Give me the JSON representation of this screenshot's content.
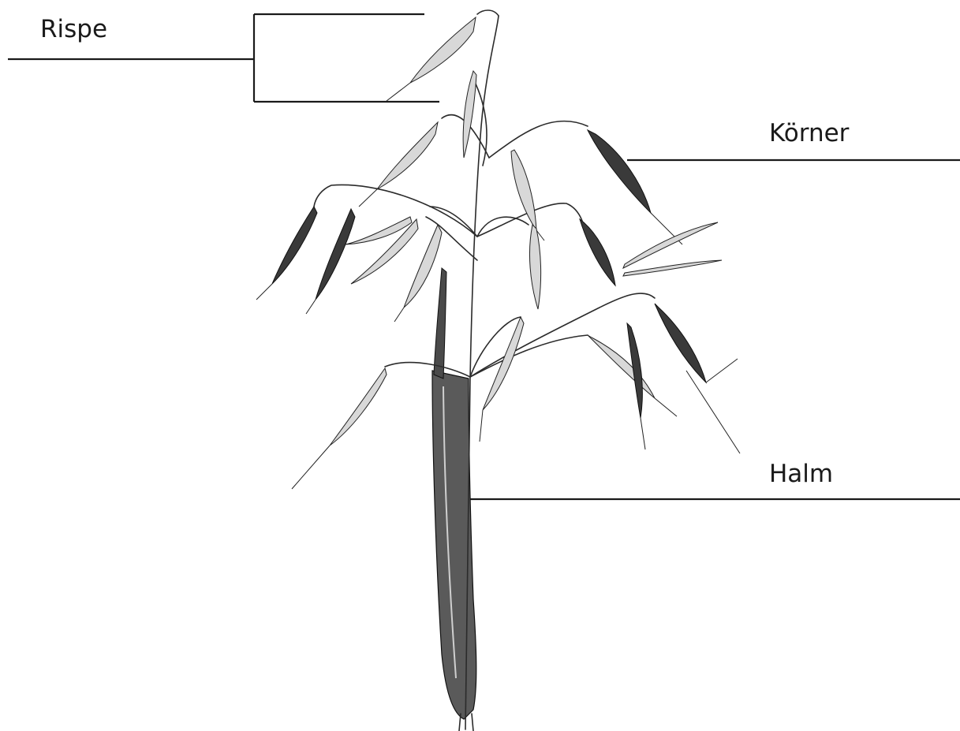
{
  "labels": {
    "rispe": "Rispe",
    "korner": "Körner",
    "halm": "Halm"
  }
}
